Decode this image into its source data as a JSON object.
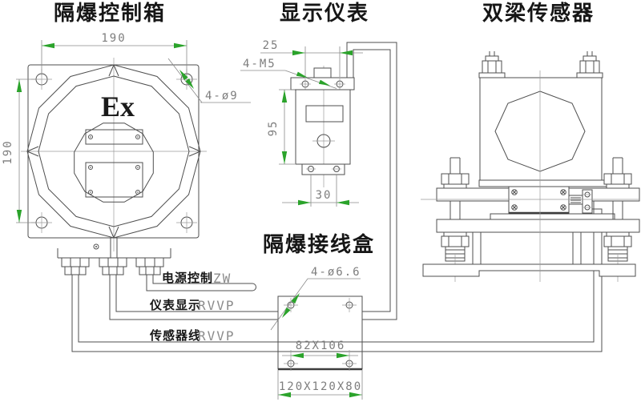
{
  "titles": {
    "control_box": "隔爆控制箱",
    "display": "显示仪表",
    "sensor": "双梁传感器",
    "junction": "隔爆接线盒"
  },
  "control_box": {
    "width": "190",
    "height": "190",
    "hole_label": "4-ø9",
    "marking": "Ex"
  },
  "display": {
    "top_spacing": "25",
    "screw_label": "4-M5",
    "height": "95",
    "bottom_spacing": "30"
  },
  "junction": {
    "hole_label": "4-ø6.6",
    "inner_dim": "82X106",
    "outer_dim": "120X120X80"
  },
  "cables": {
    "power": {
      "label": "电源控制",
      "code": "ZW"
    },
    "display": {
      "label": "仪表显示",
      "code": "RVVP"
    },
    "sensor": {
      "label": "传感器线",
      "code": "RVVP"
    }
  },
  "colors": {
    "background": "#ffffff",
    "line": "#4f4f4f",
    "centerline": "#9a9a9a",
    "dimension": "#8a8a8a",
    "arrow": "#2ba32b",
    "label_text": "#161616",
    "dimension_text": "#7d7d7d",
    "code_text": "#8b8b8b"
  }
}
